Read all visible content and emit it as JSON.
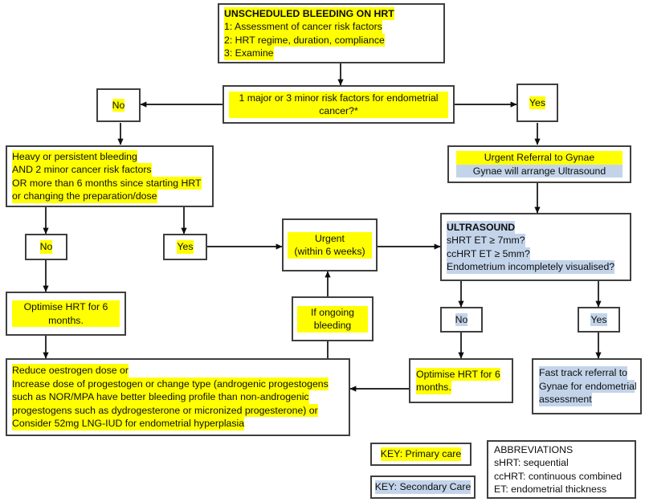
{
  "title": "Unscheduled bleeding on HRT management flowchart",
  "colors": {
    "primary_care": "#ffff00",
    "secondary_care": "#c3d4ea",
    "border": "#3f3f3f",
    "text": "#0d0d0d",
    "background": "#ffffff"
  },
  "nodes": {
    "start": {
      "heading": "UNSCHEDULED BLEEDING ON HRT",
      "line1": "1: Assessment of cancer risk factors",
      "line2": "2: HRT regime, duration, compliance",
      "line3": "3: Examine"
    },
    "risk_question": {
      "line1": "1 major or 3 minor risk factors for endometrial",
      "line2": "cancer?*"
    },
    "risk_no": {
      "label": "No"
    },
    "risk_yes": {
      "label": "Yes"
    },
    "heavy_bleeding": {
      "line1": "Heavy or persistent bleeding",
      "line2": "AND 2 minor cancer risk factors",
      "line3": "OR more than 6 months since starting HRT",
      "line4": "or changing the preparation/dose"
    },
    "heavy_no": {
      "label": "No"
    },
    "heavy_yes": {
      "label": "Yes"
    },
    "urgent_referral": {
      "line1": "Urgent Referral to Gynae",
      "line2": "Gynae will arrange Ultrasound"
    },
    "urgent": {
      "line1": "Urgent",
      "line2": "(within 6 weeks)"
    },
    "ultrasound": {
      "heading": "ULTRASOUND",
      "line1": "sHRT ET ≥ 7mm?",
      "line2": "ccHRT ET ≥ 5mm?",
      "line3": "Endometrium incompletely visualised?"
    },
    "optimise_left": {
      "line1": "Optimise HRT for 6",
      "line2": "months."
    },
    "if_ongoing": {
      "line1": "If ongoing",
      "line2": "bleeding"
    },
    "us_no": {
      "label": "No"
    },
    "us_yes": {
      "label": "Yes"
    },
    "optimise_right": {
      "line1": "Optimise HRT for 6",
      "line2": "months."
    },
    "fast_track": {
      "line1": "Fast track referral to",
      "line2": "Gynae for endometrial",
      "line3": "assessment"
    },
    "treatment": {
      "line1": "Reduce oestrogen dose or",
      "line2": "Increase dose of progestogen or change type (androgenic progestogens",
      "line3": "such as NOR/MPA have better bleeding profile than non-androgenic",
      "line4": "progestogens such as dydrogesterone or micronized progesterone) or",
      "line5": "Consider 52mg LNG-IUD for endometrial hyperplasia"
    }
  },
  "legend": {
    "primary": "KEY: Primary care",
    "secondary": "KEY: Secondary Care"
  },
  "abbreviations": {
    "heading": "ABBREVIATIONS",
    "line1": "sHRT: sequential",
    "line2": "ccHRT: continuous combined",
    "line3": "ET: endometrial thickness"
  }
}
